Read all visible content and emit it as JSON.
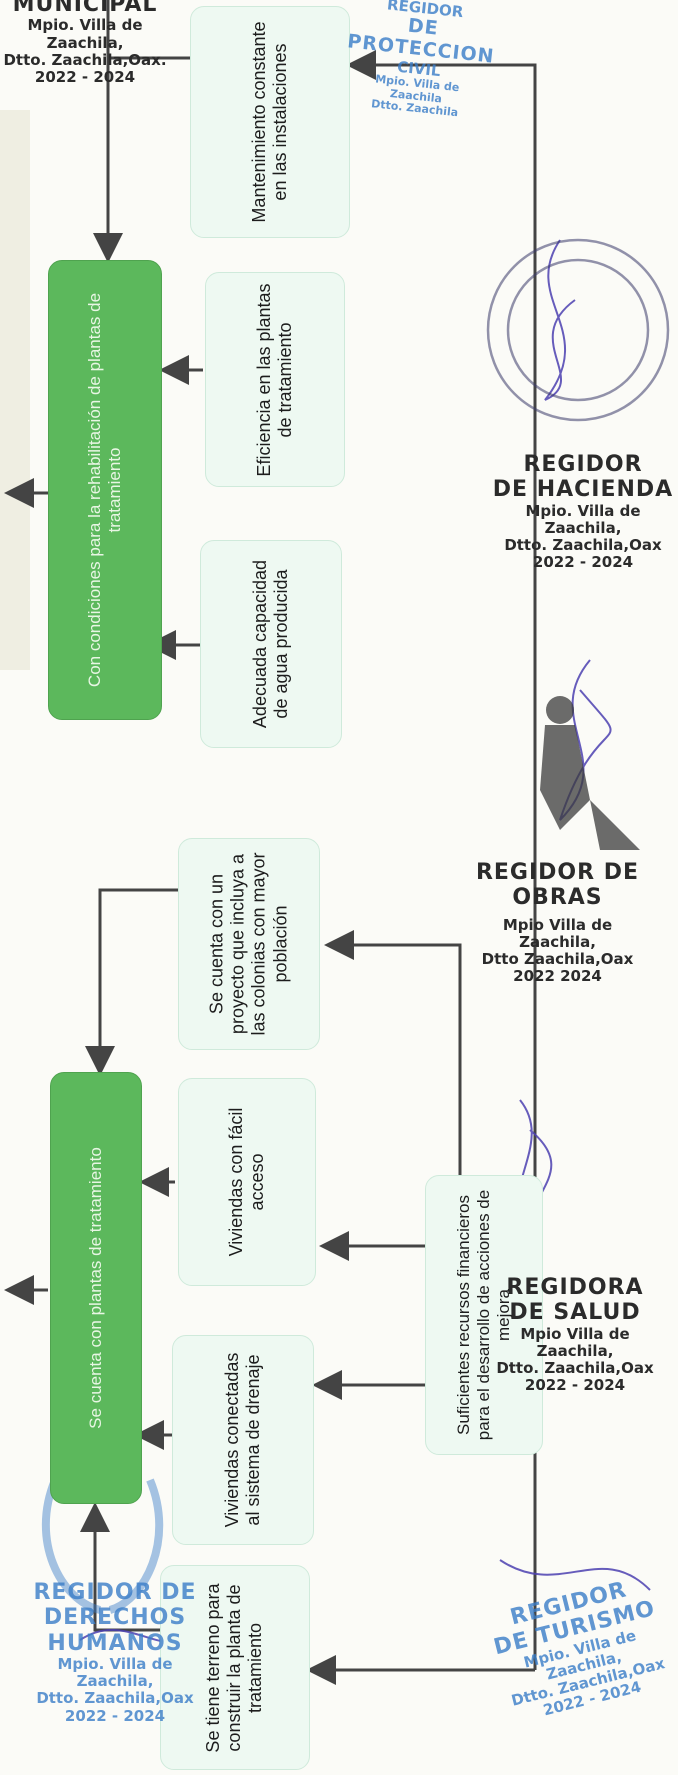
{
  "diagram": {
    "top_box": "Mantenimiento constante en las instalaciones",
    "objective_1": "Con condiciones para  la rehabilitación de plantas de tratamiento",
    "means_1a": "Eficiencia en las plantas de tratamiento",
    "means_1b": "Adecuada capacidad de agua producida",
    "project_box": "Se cuenta con un proyecto que incluya a las colonias con mayor población",
    "objective_2": "Se cuenta con plantas de tratamiento",
    "means_2a": "Viviendas con fácil acceso",
    "resources_box": "Suficientes recursos financieros para  el desarrollo de acciones de mejora",
    "means_2b": "Viviendas conectadas al sistema de drenaje",
    "terrain_box": "Se tiene terreno para construir la planta de tratamiento"
  },
  "seals": {
    "top_left": {
      "line1": "MUNICIPAL",
      "line2": "Mpio. Villa de",
      "line3": "Zaachila,",
      "line4": "Dtto. Zaachila,Oax.",
      "line5": "2022 - 2024"
    },
    "proteccion_civil": {
      "line1": "REGIDOR",
      "line2": "DE PROTECCION",
      "line3": "CIVIL",
      "line4": "Mpio. Villa de",
      "line5": "Zaachila",
      "line6": "Dtto. Zaachila"
    },
    "hacienda": {
      "line1": "REGIDOR",
      "line2": "DE HACIENDA",
      "line3": "Mpio. Villa de",
      "line4": "Zaachila,",
      "line5": "Dtto. Zaachila,Oax",
      "line6": "2022 - 2024"
    },
    "obras": {
      "line1": "REGIDOR DE",
      "line2": "OBRAS",
      "line3": "Mpio  Villa de",
      "line4": "Zaachila,",
      "line5": "Dtto  Zaachila,Oax",
      "line6": "2022  2024"
    },
    "salud": {
      "line1": "REGIDORA",
      "line2": "DE SALUD",
      "line3": "Mpio  Villa de",
      "line4": "Zaachila,",
      "line5": "Dtto. Zaachila,Oax",
      "line6": "2022 - 2024"
    },
    "derechos": {
      "line1": "REGIDOR DE",
      "line2": "DERECHOS",
      "line3": "HUMANOS",
      "line4": "Mpio. Villa de",
      "line5": "Zaachila,",
      "line6": "Dtto. Zaachila,Oax",
      "line7": "2022 - 2024"
    },
    "turismo": {
      "line1": "REGIDOR",
      "line2": "DE TURISMO",
      "line3": "Mpio. Villa de",
      "line4": "Zaachila,",
      "line5": "Dtto. Zaachila,Oax",
      "line6": "2022 - 2024"
    }
  },
  "colors": {
    "dark_green": "#5cb85c",
    "light_green": "#eef9f2",
    "stamp_blue": "#3a7dc8",
    "arrow": "#444444"
  }
}
